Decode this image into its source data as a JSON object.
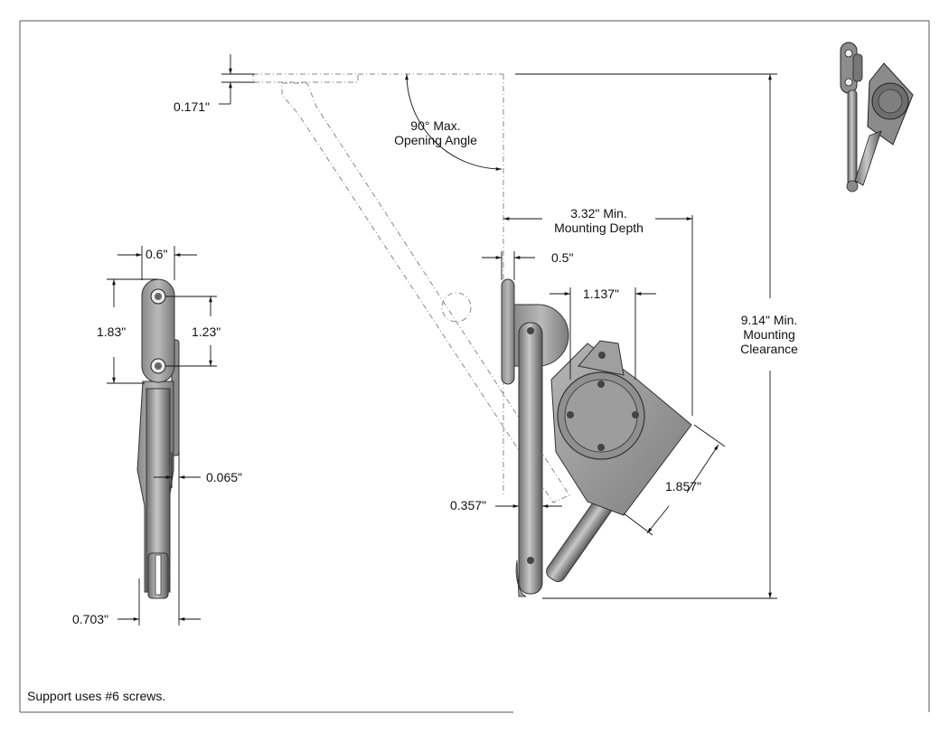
{
  "dimensions": {
    "hinge_thickness": "0.171\"",
    "opening_angle_line1": "90° Max.",
    "opening_angle_line2": "Opening Angle",
    "mounting_depth_line1": "3.32\" Min.",
    "mounting_depth_line2": "Mounting Depth",
    "plate_offset": "0.5\"",
    "hub_width": "1.137\"",
    "clearance_line1": "9.14\" Min.",
    "clearance_line2": "Mounting",
    "clearance_line3": "Clearance",
    "arm_length": "1.857\"",
    "rod_diameter": "0.357\"",
    "plate_width": "0.6\"",
    "plate_height": "1.83\"",
    "hole_spacing": "1.23\"",
    "plate_thickness": "0.065\"",
    "overall_width": "0.703\""
  },
  "notes": {
    "screws": "Support uses #6 screws."
  }
}
